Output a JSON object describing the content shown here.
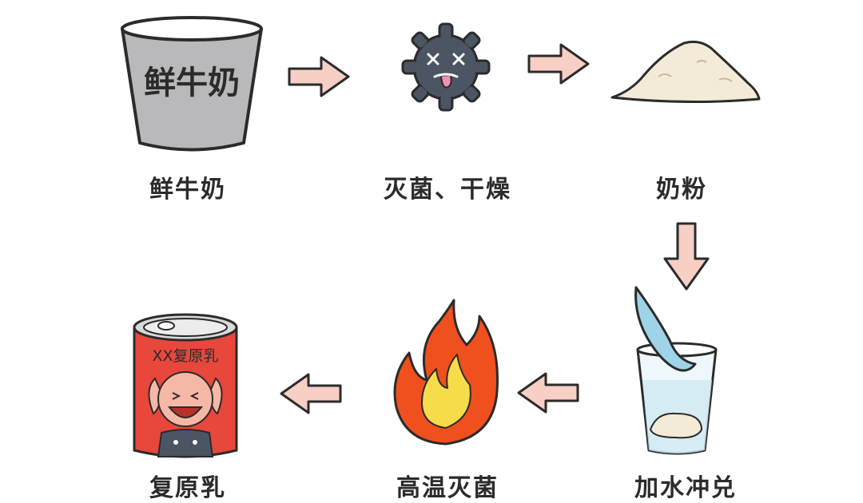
{
  "steps": [
    {
      "label": "鲜牛奶",
      "icon": "milk-bucket-icon",
      "bucket_text": "鲜牛奶"
    },
    {
      "label": "灭菌、干燥",
      "icon": "bacteria-icon"
    },
    {
      "label": "奶粉",
      "icon": "powder-pile-icon"
    },
    {
      "label": "加水冲兑",
      "icon": "water-glass-icon"
    },
    {
      "label": "高温灭菌",
      "icon": "fire-icon"
    },
    {
      "label": "复原乳",
      "icon": "milk-can-icon",
      "can_text": "XX复原乳"
    }
  ],
  "colors": {
    "arrow_fill": "#f7cfc4",
    "arrow_stroke": "#2b2b2b",
    "bucket_body": "#b9b9bb",
    "bacteria": "#4b5563",
    "powder": "#f3ead8",
    "fire_outer": "#f0501e",
    "fire_inner": "#f7dc4a",
    "can_red": "#e8473c"
  }
}
